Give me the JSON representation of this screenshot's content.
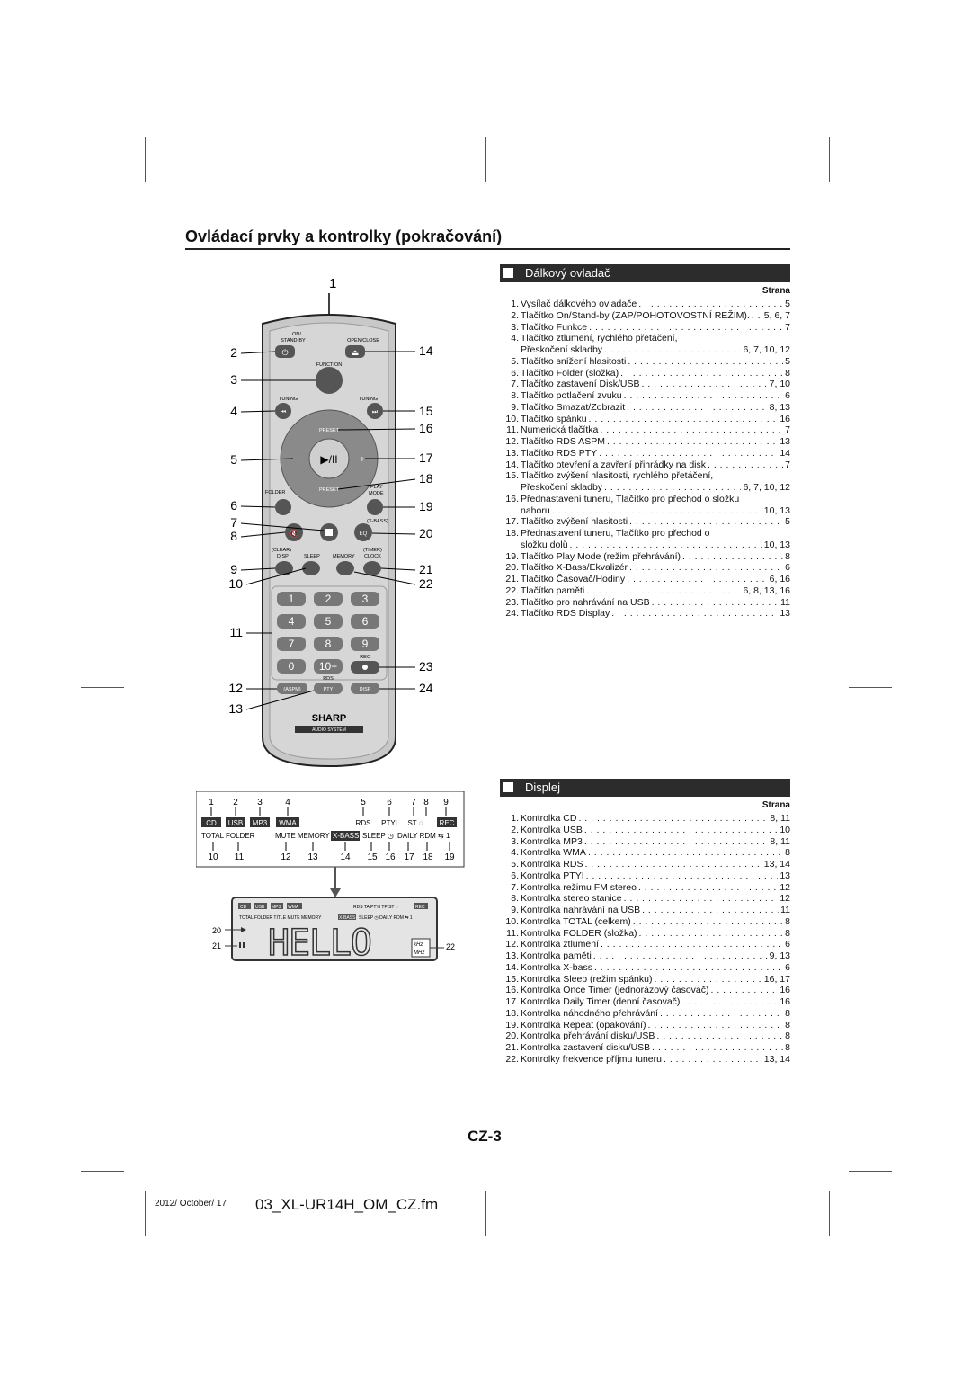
{
  "section_title": "Ovládací prvky a kontrolky (pokračování)",
  "remote": {
    "header": "Dálkový ovladač",
    "page_label": "Strana",
    "items": [
      {
        "n": "1.",
        "t": "Vysílač dálkového ovladače",
        "p": "5"
      },
      {
        "n": "2.",
        "t": "Tlačítko On/Stand-by (ZAP/POHOTOVOSTNÍ REŽIM).",
        "p": "5, 6, 7"
      },
      {
        "n": "3.",
        "t": "Tlačítko Funkce",
        "p": "7"
      },
      {
        "n": "4.",
        "t": "Tlačítko ztlumení, rychlého přetáčení,",
        "p": ""
      },
      {
        "n": "",
        "t": "Přeskočení skladby",
        "p": "6, 7, 10, 12"
      },
      {
        "n": "5.",
        "t": "Tlačítko snížení hlasitosti",
        "p": "5"
      },
      {
        "n": "6.",
        "t": "Tlačítko Folder (složka)",
        "p": "8"
      },
      {
        "n": "7.",
        "t": "Tlačítko zastavení Disk/USB",
        "p": "7, 10"
      },
      {
        "n": "8.",
        "t": "Tlačítko potlačení zvuku",
        "p": "6"
      },
      {
        "n": "9.",
        "t": "Tlačítko Smazat/Zobrazit",
        "p": "8, 13"
      },
      {
        "n": "10.",
        "t": "Tlačítko spánku",
        "p": "16"
      },
      {
        "n": "11.",
        "t": "Numerická tlačítka",
        "p": "7"
      },
      {
        "n": "12.",
        "t": "Tlačítko RDS ASPM",
        "p": "13"
      },
      {
        "n": "13.",
        "t": "Tlačítko RDS PTY",
        "p": "14"
      },
      {
        "n": "14.",
        "t": "Tlačítko otevření a zavření přihrádky na disk",
        "p": "7"
      },
      {
        "n": "15.",
        "t": "Tlačítko zvýšení hlasitosti, rychlého přetáčení,",
        "p": ""
      },
      {
        "n": "",
        "t": "Přeskočení skladby",
        "p": "6, 7, 10, 12"
      },
      {
        "n": "16.",
        "t": "Přednastavení tuneru, Tlačítko pro přechod o složku",
        "p": ""
      },
      {
        "n": "",
        "t": "nahoru",
        "p": "10, 13"
      },
      {
        "n": "17.",
        "t": "Tlačítko zvýšení hlasitosti",
        "p": "5"
      },
      {
        "n": "18.",
        "t": "Přednastavení tuneru, Tlačítko pro přechod o",
        "p": ""
      },
      {
        "n": "",
        "t": "složku dolů",
        "p": "10, 13"
      },
      {
        "n": "19.",
        "t": "Tlačítko Play Mode (režim přehrávání)",
        "p": "8"
      },
      {
        "n": "20.",
        "t": "Tlačítko X-Bass/Ekvalizér",
        "p": "6"
      },
      {
        "n": "21.",
        "t": "Tlačítko Časovač/Hodiny",
        "p": "6, 16"
      },
      {
        "n": "22.",
        "t": "Tlačítko paměti",
        "p": "6, 8, 13, 16"
      },
      {
        "n": "23.",
        "t": "Tlačítko pro nahrávání na USB",
        "p": "11"
      },
      {
        "n": "24.",
        "t": "Tlačítko RDS Display",
        "p": "13"
      }
    ]
  },
  "display": {
    "header": "Displej",
    "page_label": "Strana",
    "items": [
      {
        "n": "1.",
        "t": "Kontrolka CD",
        "p": "8, 11"
      },
      {
        "n": "2.",
        "t": "Kontrolka USB",
        "p": "10"
      },
      {
        "n": "3.",
        "t": "Kontrolka MP3",
        "p": "8, 11"
      },
      {
        "n": "4.",
        "t": "Kontrolka WMA",
        "p": "8"
      },
      {
        "n": "5.",
        "t": "Kontrolka RDS",
        "p": "13, 14"
      },
      {
        "n": "6.",
        "t": "Kontrolka PTYI",
        "p": "13"
      },
      {
        "n": "7.",
        "t": "Kontrolka režimu FM stereo",
        "p": "12"
      },
      {
        "n": "8.",
        "t": "Kontrolka stereo stanice",
        "p": "12"
      },
      {
        "n": "9.",
        "t": "Kontrolka nahrávání na USB",
        "p": "11"
      },
      {
        "n": "10.",
        "t": "Kontrolka TOTAL (celkem)",
        "p": "8"
      },
      {
        "n": "11.",
        "t": "Kontrolka FOLDER (složka)",
        "p": "8"
      },
      {
        "n": "12.",
        "t": "Kontrolka ztlumení",
        "p": "6"
      },
      {
        "n": "13.",
        "t": "Kontrolka paměti",
        "p": "9, 13"
      },
      {
        "n": "14.",
        "t": "Kontrolka X-bass",
        "p": "6"
      },
      {
        "n": "15.",
        "t": "Kontrolka Sleep (režim spánku)",
        "p": "16, 17"
      },
      {
        "n": "16.",
        "t": "Kontrolka Once Timer (jednorázový časovač)",
        "p": "16"
      },
      {
        "n": "17.",
        "t": "Kontrolka Daily Timer (denní časovač)",
        "p": "16"
      },
      {
        "n": "18.",
        "t": "Kontrolka náhodného přehrávání",
        "p": "8"
      },
      {
        "n": "19.",
        "t": "Kontrolka Repeat (opakování)",
        "p": "8"
      },
      {
        "n": "20.",
        "t": "Kontrolka přehrávání disku/USB",
        "p": "8"
      },
      {
        "n": "21.",
        "t": "Kontrolka zastavení disku/USB",
        "p": "8"
      },
      {
        "n": "22.",
        "t": "Kontrolky frekvence příjmu tuneru",
        "p": "13, 14"
      }
    ]
  },
  "remote_labels": {
    "on_standby": "ON/\nSTAND-BY",
    "open_close": "OPEN/CLOSE",
    "function": "FUNCTION",
    "tuning": "TUNING",
    "preset": "PRESET",
    "folder": "FOLDER",
    "play_mode": "PLAY\nMODE",
    "xbass": "(X-BASS)",
    "eq": "EQ",
    "clear": "(CLEAR)",
    "timer": "(TIMER)",
    "disp": "DISP",
    "sleep": "SLEEP",
    "memory": "MEMORY",
    "clock": "CLOCK",
    "rec": "REC",
    "rds": "RDS",
    "aspm": "(ASPM)",
    "pty": "PTY",
    "disp2": "DISP",
    "brand": "SHARP",
    "audio_system": "AUDIO SYSTEM",
    "keys": [
      "1",
      "2",
      "3",
      "4",
      "5",
      "6",
      "7",
      "8",
      "9",
      "0",
      "10+"
    ],
    "callouts_left": [
      "2",
      "3",
      "4",
      "5",
      "6",
      "7",
      "8",
      "9",
      "10",
      "11",
      "12",
      "13"
    ],
    "callouts_right": [
      "14",
      "15",
      "16",
      "17",
      "18",
      "19",
      "20",
      "21",
      "22",
      "23",
      "24"
    ],
    "callout_top": "1"
  },
  "display_diagram": {
    "top_numbers": [
      "1",
      "2",
      "3",
      "4",
      "5",
      "6",
      "7",
      "8",
      "9"
    ],
    "bottom_numbers": [
      "10",
      "11",
      "12",
      "13",
      "14",
      "15",
      "16",
      "17",
      "18",
      "19"
    ],
    "badges": [
      "CD",
      "USB",
      "MP3",
      "WMA",
      "REC"
    ],
    "top_text": [
      "RDS",
      "PTYI",
      "ST"
    ],
    "bottom_text": "TOTAL FOLDER   MUTE MEMORY",
    "xbass": "X-BASS",
    "sleep_text": "SLEEP",
    "daily_rdm": "DAILY RDM",
    "lcd_top": "RDS TA PTYI TP ST",
    "lcd_mid": "TOTAL FOLDER TITLE MUTE MEMORY",
    "lcd_text": "HELLO",
    "khz": "kHz",
    "mhz": "MHz",
    "callouts": [
      "20",
      "21",
      "22"
    ]
  },
  "page_number": "CZ-3",
  "footer_date": "2012/ October/ 17",
  "footer_file": "03_XL-UR14H_OM_CZ.fm"
}
